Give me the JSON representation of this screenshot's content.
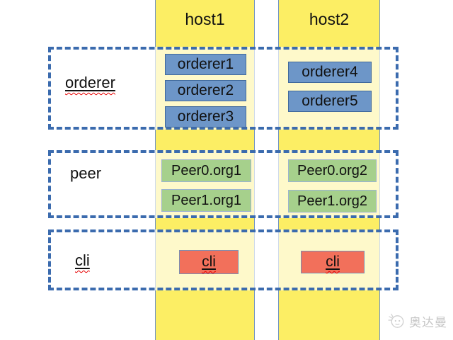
{
  "diagram": {
    "hosts": [
      {
        "id": "host1",
        "label": "host1"
      },
      {
        "id": "host2",
        "label": "host2"
      }
    ],
    "groups": [
      {
        "label": "orderer",
        "label_underlined": true,
        "label_spellcheck_squiggle": true,
        "host1_nodes": [
          "orderer1",
          "orderer2",
          "orderer3"
        ],
        "host2_nodes": [
          "orderer4",
          "orderer5"
        ],
        "node_fill": "#6D96C8",
        "node_border": "#40699C"
      },
      {
        "label": "peer",
        "label_underlined": false,
        "label_spellcheck_squiggle": false,
        "host1_nodes": [
          "Peer0.org1",
          "Peer1.org1"
        ],
        "host2_nodes": [
          "Peer0.org2",
          "Peer1.org2"
        ],
        "node_fill": "#A6D08C",
        "node_border": "#9BB3D1"
      },
      {
        "label": "cli",
        "label_underlined": true,
        "label_spellcheck_squiggle": true,
        "host1_nodes": [
          "cli"
        ],
        "host2_nodes": [
          "cli"
        ],
        "node_fill": "#F2705B",
        "node_border": "#7A8EB3"
      }
    ],
    "colors": {
      "column_fill": "#FCEE64",
      "column_border": "#7193C1",
      "dashed_group_border": "#3B6BAE",
      "group_overlay_fill": "rgba(255,255,255,0.66)",
      "spellcheck_wavy": "#E60000",
      "text": "#111111"
    }
  },
  "watermark": {
    "icon": "cartoon-face-logo-icon",
    "text": "奥达曼",
    "color": "#C6C6C6"
  }
}
